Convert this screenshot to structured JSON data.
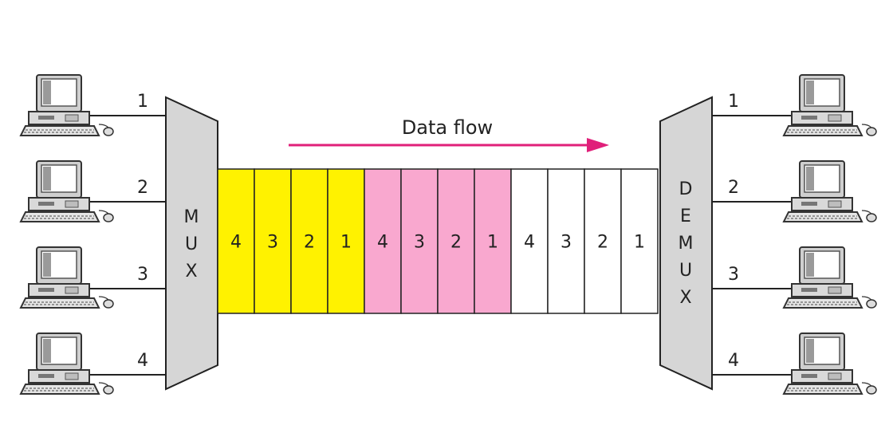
{
  "mux": {
    "label_letters": [
      "M",
      "U",
      "X"
    ]
  },
  "demux": {
    "label_letters": [
      "D",
      "E",
      "M",
      "U",
      "X"
    ]
  },
  "data_flow": {
    "label": "Data flow",
    "arrow_color": "#e0207a"
  },
  "input_lines": [
    {
      "label": "1",
      "icon": "computer-icon"
    },
    {
      "label": "2",
      "icon": "computer-icon"
    },
    {
      "label": "3",
      "icon": "computer-icon"
    },
    {
      "label": "4",
      "icon": "computer-icon"
    }
  ],
  "output_lines": [
    {
      "label": "1",
      "icon": "computer-icon"
    },
    {
      "label": "2",
      "icon": "computer-icon"
    },
    {
      "label": "3",
      "icon": "computer-icon"
    },
    {
      "label": "4",
      "icon": "computer-icon"
    }
  ],
  "frames": [
    {
      "color": "#fff200",
      "slots": [
        "4",
        "3",
        "2",
        "1"
      ]
    },
    {
      "color": "#f9a8cf",
      "slots": [
        "4",
        "3",
        "2",
        "1"
      ]
    },
    {
      "color": "#ffffff",
      "slots": [
        "4",
        "3",
        "2",
        "1"
      ]
    }
  ],
  "colors": {
    "mux_fill": "#d6d6d6",
    "stroke": "#222222"
  }
}
